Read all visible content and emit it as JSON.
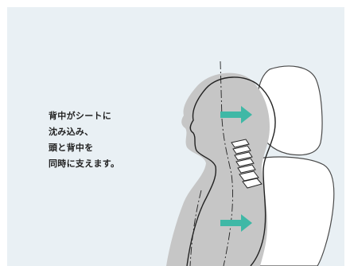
{
  "caption": {
    "lines": [
      "背中がシートに",
      "沈み込み、",
      "頭と背中を",
      "同時に支えます。"
    ]
  },
  "colors": {
    "background": "#e9f0f4",
    "body_silhouette": "#c6c6c6",
    "outline": "#222222",
    "seat_fill": "#ffffff",
    "arrow": "#3fb8a6"
  },
  "icons": [
    "arrow-right-icon",
    "arrow-right-icon"
  ]
}
